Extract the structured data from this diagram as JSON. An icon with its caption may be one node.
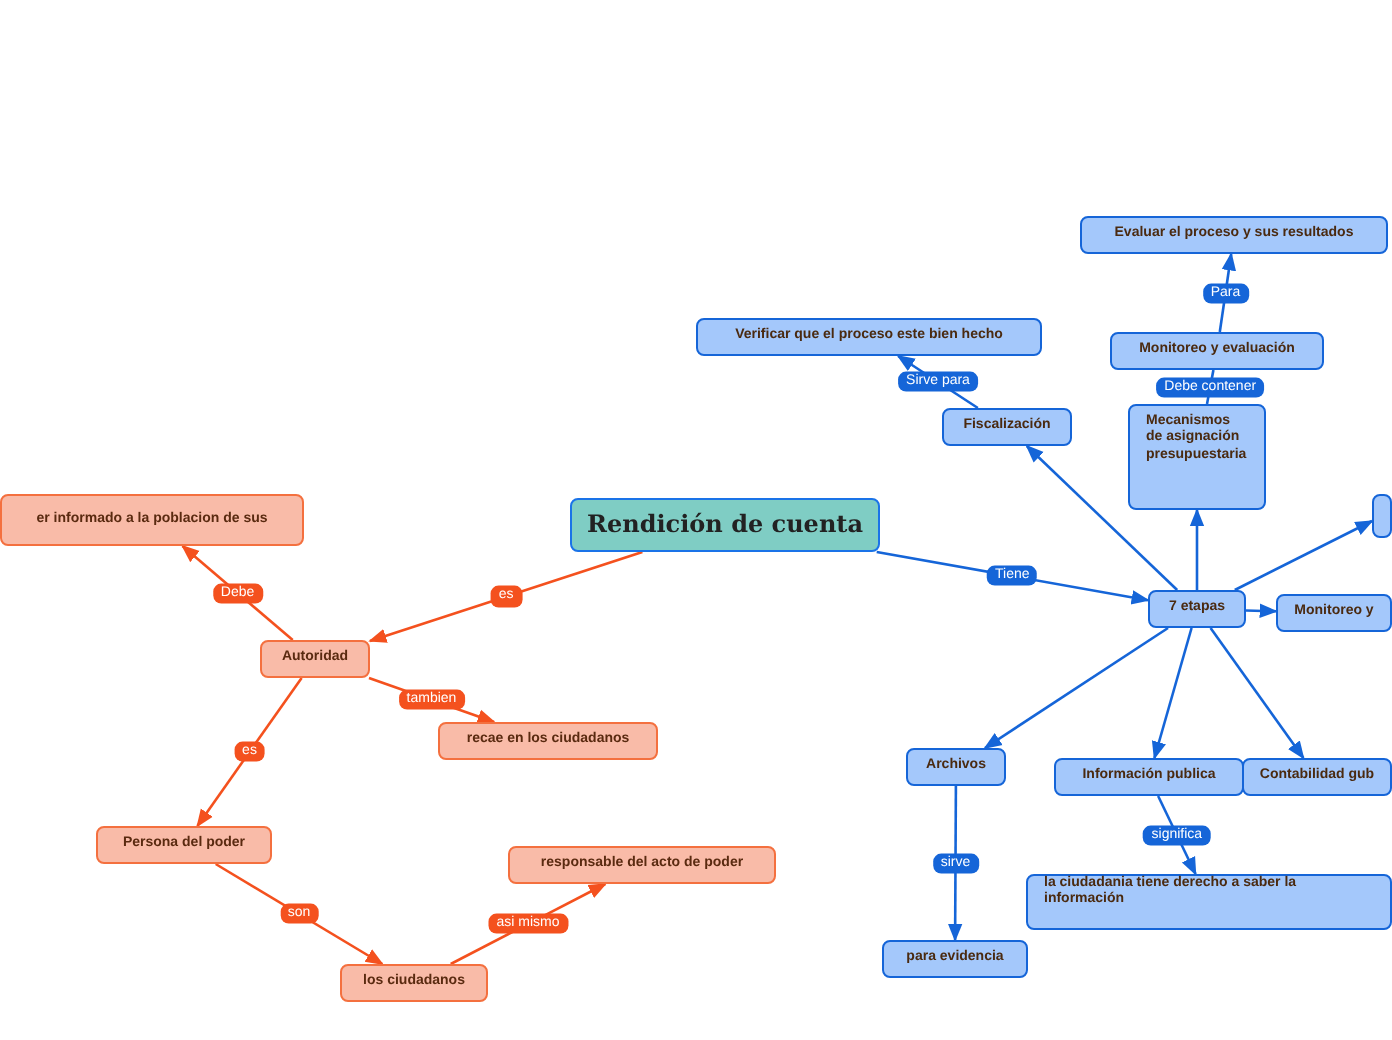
{
  "diagram": {
    "nodes": [
      {
        "text": [
          "Rendición de cuenta"
        ]
      },
      {
        "text": [
          "Autoridad"
        ]
      },
      {
        "text": [
          "er informado a la poblacion de sus"
        ]
      },
      {
        "text": [
          "recae en los ciudadanos"
        ]
      },
      {
        "text": [
          "Persona del poder"
        ]
      },
      {
        "text": [
          "los ciudadanos"
        ]
      },
      {
        "text": [
          "responsable del acto de poder"
        ]
      },
      {
        "text": [
          "7 etapas"
        ]
      },
      {
        "text": [
          "Fiscalización"
        ]
      },
      {
        "text": [
          "Verificar que el proceso este bien hecho"
        ]
      },
      {
        "text": [
          "Mecanismos de asignación presupuestaria"
        ]
      },
      {
        "text": [
          "Monitoreo y evaluación"
        ]
      },
      {
        "text": [
          "Evaluar el proceso y sus resultados"
        ]
      },
      {
        "text": [],
        "shape": "box"
      },
      {
        "text": [
          "Monitoreo y"
        ]
      },
      {
        "text": [
          "Archivos"
        ]
      },
      {
        "text": [
          "Información publica"
        ]
      },
      {
        "text": [
          "Contabilidad gub"
        ]
      },
      {
        "text": [
          "la ciudadania tiene derecho a saber la información"
        ]
      },
      {
        "text": [
          "para evidencia"
        ]
      }
    ],
    "edges": [
      {
        "from": 0,
        "to": 1,
        "arrow": "to",
        "label": "es",
        "color": "#f4511e"
      },
      {
        "from": 1,
        "to": 2,
        "arrow": "to",
        "label": "Debe",
        "color": "#f4511e"
      },
      {
        "from": 1,
        "to": 3,
        "arrow": "to",
        "label": "tambien",
        "color": "#f4511e"
      },
      {
        "from": 1,
        "to": 4,
        "arrow": "to",
        "label": "es",
        "color": "#f4511e"
      },
      {
        "from": 4,
        "to": 5,
        "arrow": "to",
        "label": "son",
        "color": "#f4511e"
      },
      {
        "from": 5,
        "to": 6,
        "arrow": "to",
        "label": "asi mismo",
        "color": "#f4511e"
      },
      {
        "from": 0,
        "to": 7,
        "arrow": "to",
        "label": "Tiene"
      },
      {
        "from": 7,
        "to": 8,
        "arrow": "to"
      },
      {
        "from": 8,
        "to": 9,
        "arrow": "to",
        "label": "Sirve para"
      },
      {
        "from": 7,
        "to": 10,
        "arrow": "to"
      },
      {
        "from": 10,
        "to": 11,
        "arrow": "none",
        "label": "Debe contener"
      },
      {
        "from": 11,
        "to": 12,
        "arrow": "to",
        "label": "Para"
      },
      {
        "from": 7,
        "to": 13,
        "arrow": "to"
      },
      {
        "from": 7,
        "to": 14,
        "arrow": "to"
      },
      {
        "from": 7,
        "to": 15,
        "arrow": "to"
      },
      {
        "from": 7,
        "to": 16,
        "arrow": "to"
      },
      {
        "from": 7,
        "to": 17,
        "arrow": "to"
      },
      {
        "from": 15,
        "to": 19,
        "arrow": "to",
        "label": "sirve"
      },
      {
        "from": 16,
        "to": 18,
        "arrow": "to",
        "label": "significa"
      }
    ]
  }
}
